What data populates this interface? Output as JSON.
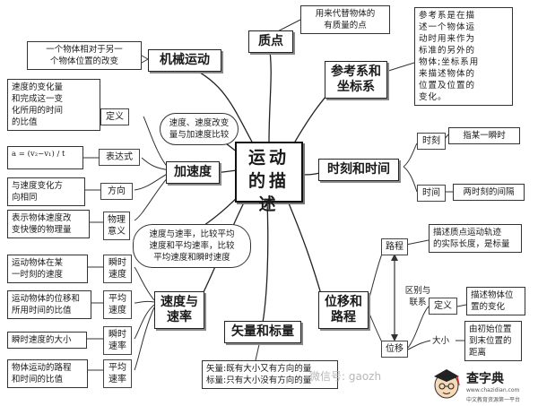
{
  "center": "运动\n的描述",
  "topics": {
    "mechanical_motion": "机械运动",
    "particle": "质点",
    "reference_frame": "参考系和\n坐标系",
    "acceleration": "加速度",
    "time": "时刻和时间",
    "velocity_rate": "速度与\n速率",
    "displacement_path": "位移和\n路程",
    "vector_scalar": "矢量和标量"
  },
  "mechanical_motion_def": "一个物体相对于另一\n个物体位置的改变",
  "particle_def": "用来代替物体的\n有质量的点",
  "reference_frame_def": "参考系是在描\n述一个物体运\n动时用来作为\n标准的另外的\n物体;坐标系用\n来描述物体的\n位置及位置的\n变化。",
  "accel_cloud": "速度、速度改变\n量与加速度比较",
  "accel_items": [
    {
      "label": "定义",
      "text": "速度的变化量\n和完成这一变\n化所用的时间\n的比值"
    },
    {
      "label": "表达式",
      "text": "a = (v₂−v₁) / t"
    },
    {
      "label": "方向",
      "text": "与速度变化方\n向相同"
    },
    {
      "label": "物理\n意义",
      "text": "表示物体速度改\n变快慢的物理量"
    }
  ],
  "velocity_cloud": "速度与速率，比较平均\n速度和平均速率，比较\n平均速度和瞬时速度",
  "velocity_items": [
    {
      "label": "瞬时\n速度",
      "text": "运动物体在某\n一时刻的速度"
    },
    {
      "label": "平均\n速度",
      "text": "运动物体的位移和\n所用时间的比值"
    },
    {
      "label": "瞬时\n速率",
      "text": "瞬时速度的大小"
    },
    {
      "label": "平均\n速率",
      "text": "物体运动的路程\n和时间的比值"
    }
  ],
  "time_items": [
    {
      "label": "时刻",
      "text": "指某一瞬时"
    },
    {
      "label": "时间",
      "text": "两时刻的间隔"
    }
  ],
  "displacement": {
    "path_label": "路程",
    "path_text": "描述质点运动轨迹\n的实际长度，是标量",
    "diff_label": "区别与\n联系",
    "disp_label": "位移",
    "definition_label": "定义",
    "definition_text": "描述物体位\n置的变化",
    "magnitude_label": "大小",
    "magnitude_text": "由初始位置\n到末位置的\n距离"
  },
  "vector_scalar_text": "矢量:既有大小又有方向的量\n标量:只有大小没有方向的量",
  "watermark": "微信号: gaozh",
  "brand": {
    "name": "查字典",
    "site": "www.chazidian.com",
    "tagline": "中文教育资源第一平台"
  }
}
